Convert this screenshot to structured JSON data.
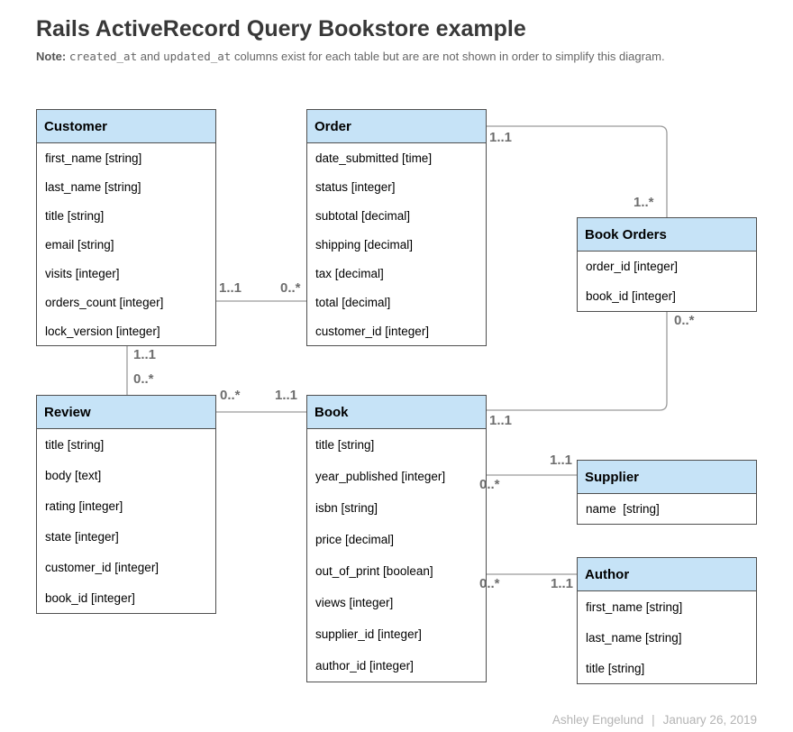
{
  "header": {
    "title": "Rails ActiveRecord Query Bookstore example",
    "note": {
      "label": "Note:",
      "code1": "created_at",
      "mid": "and",
      "code2": "updated_at",
      "rest": "columns exist for each table but are are not shown in order to simplify this diagram."
    }
  },
  "tables": {
    "customer": {
      "title": "Customer",
      "fields": [
        "first_name [string]",
        "last_name [string]",
        "title [string]",
        "email [string]",
        "visits [integer]",
        "orders_count [integer]",
        "lock_version [integer]"
      ]
    },
    "order": {
      "title": "Order",
      "fields": [
        "date_submitted [time]",
        "status [integer]",
        "subtotal [decimal]",
        "shipping [decimal]",
        "tax [decimal]",
        "total [decimal]",
        "customer_id [integer]"
      ]
    },
    "book_orders": {
      "title": "Book Orders",
      "fields": [
        "order_id [integer]",
        "book_id [integer]"
      ]
    },
    "review": {
      "title": "Review",
      "fields": [
        "title [string]",
        "body [text]",
        "rating [integer]",
        "state [integer]",
        "customer_id [integer]",
        "book_id [integer]"
      ]
    },
    "book": {
      "title": "Book",
      "fields": [
        "title [string]",
        "year_published [integer]",
        "isbn [string]",
        "price [decimal]",
        "out_of_print [boolean]",
        "views [integer]",
        "supplier_id [integer]",
        "author_id [integer]"
      ]
    },
    "supplier": {
      "title": "Supplier",
      "fields": [
        "name  [string]"
      ]
    },
    "author": {
      "title": "Author",
      "fields": [
        "first_name [string]",
        "last_name [string]",
        "title [string]"
      ]
    }
  },
  "connectors": {
    "customer_order": {
      "near": "1..1",
      "far": "0..*"
    },
    "customer_review": {
      "near": "1..1",
      "far": "0..*"
    },
    "review_book": {
      "near": "0..*",
      "far": "1..1"
    },
    "order_bookorders": {
      "near": "1..1",
      "far": "1..*"
    },
    "bookorders_book": {
      "near": "0..*",
      "far": "1..1"
    },
    "book_supplier": {
      "near": "0..*",
      "far": "1..1"
    },
    "book_author": {
      "near": "0..*",
      "far": "1..1"
    }
  },
  "footer": {
    "author": "Ashley Engelund",
    "separator": "|",
    "date": "January 26, 2019"
  },
  "colors": {
    "table_header_fill": "#c6e3f7",
    "table_border": "#4f4f4f",
    "connector_line": "#9b9b9b",
    "cardinality_label": "#6e6e6e"
  }
}
